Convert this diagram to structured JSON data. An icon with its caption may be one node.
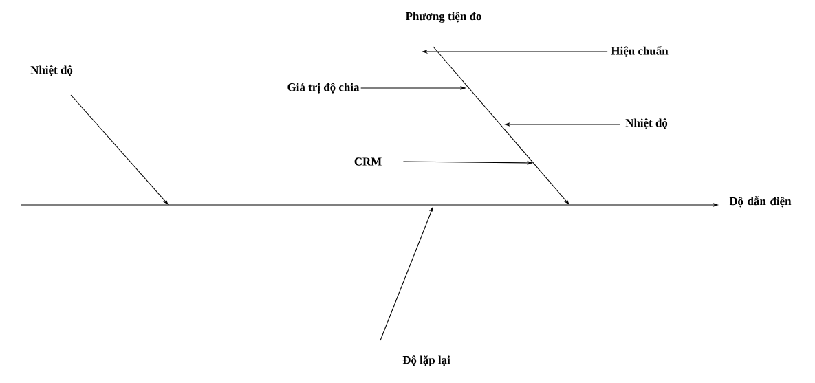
{
  "diagram": {
    "nodes": [
      {
        "text": [
          "Nhiệt độ"
        ]
      },
      {
        "text": [
          "Phương tiện đo"
        ]
      },
      {
        "text": [
          "Hiệu chuẩn"
        ]
      },
      {
        "text": [
          "Giá trị độ chia"
        ]
      },
      {
        "text": [
          "Nhiệt độ"
        ]
      },
      {
        "text": [
          "CRM"
        ]
      },
      {
        "text": [
          "Độ dẫn điện"
        ]
      },
      {
        "text": [
          "Độ lặp lại"
        ]
      }
    ],
    "edges": [
      {
        "from": null,
        "to": 6,
        "arrow": "to"
      },
      {
        "from": 0,
        "to": null,
        "arrow": "to"
      },
      {
        "from": 1,
        "to": null,
        "arrow": "to"
      },
      {
        "from": 2,
        "to": null,
        "arrow": "to"
      },
      {
        "from": 3,
        "to": null,
        "arrow": "to"
      },
      {
        "from": 4,
        "to": null,
        "arrow": "to"
      },
      {
        "from": 5,
        "to": null,
        "arrow": "to"
      },
      {
        "from": 7,
        "to": null,
        "arrow": "to"
      }
    ]
  }
}
